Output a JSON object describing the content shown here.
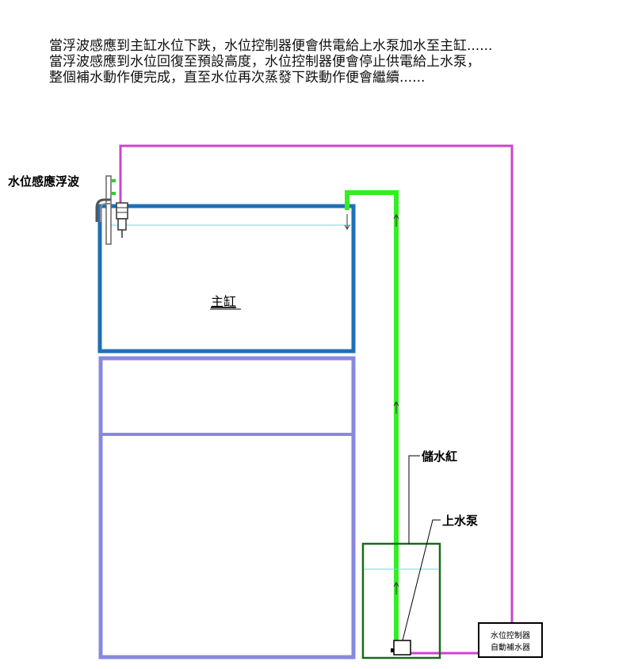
{
  "description": {
    "lines": [
      "當浮波感應到主缸水位下跌，水位控制器便會供電給上水泵加水至主缸......",
      "當浮波感應到水位回復至預設高度，水位控制器便會停止供電給上水泵，",
      "整個補水動作便完成，直至水位再次蒸發下跌動作便會繼續......"
    ]
  },
  "labels": {
    "float_sensor": "水位感應浮波",
    "main_tank": "主缸",
    "reservoir": "儲水紅",
    "pump": "上水泵",
    "controller_line1": "水位控制器",
    "controller_line2": "自動補水器"
  },
  "colors": {
    "main_tank": "#1e6fb8",
    "stand": "#8888e0",
    "water_pipe": "#33ee22",
    "power_cable": "#cc44cc",
    "reservoir": "#1a6a1a",
    "water_line": "#66dddd",
    "controller_border": "#000000"
  }
}
